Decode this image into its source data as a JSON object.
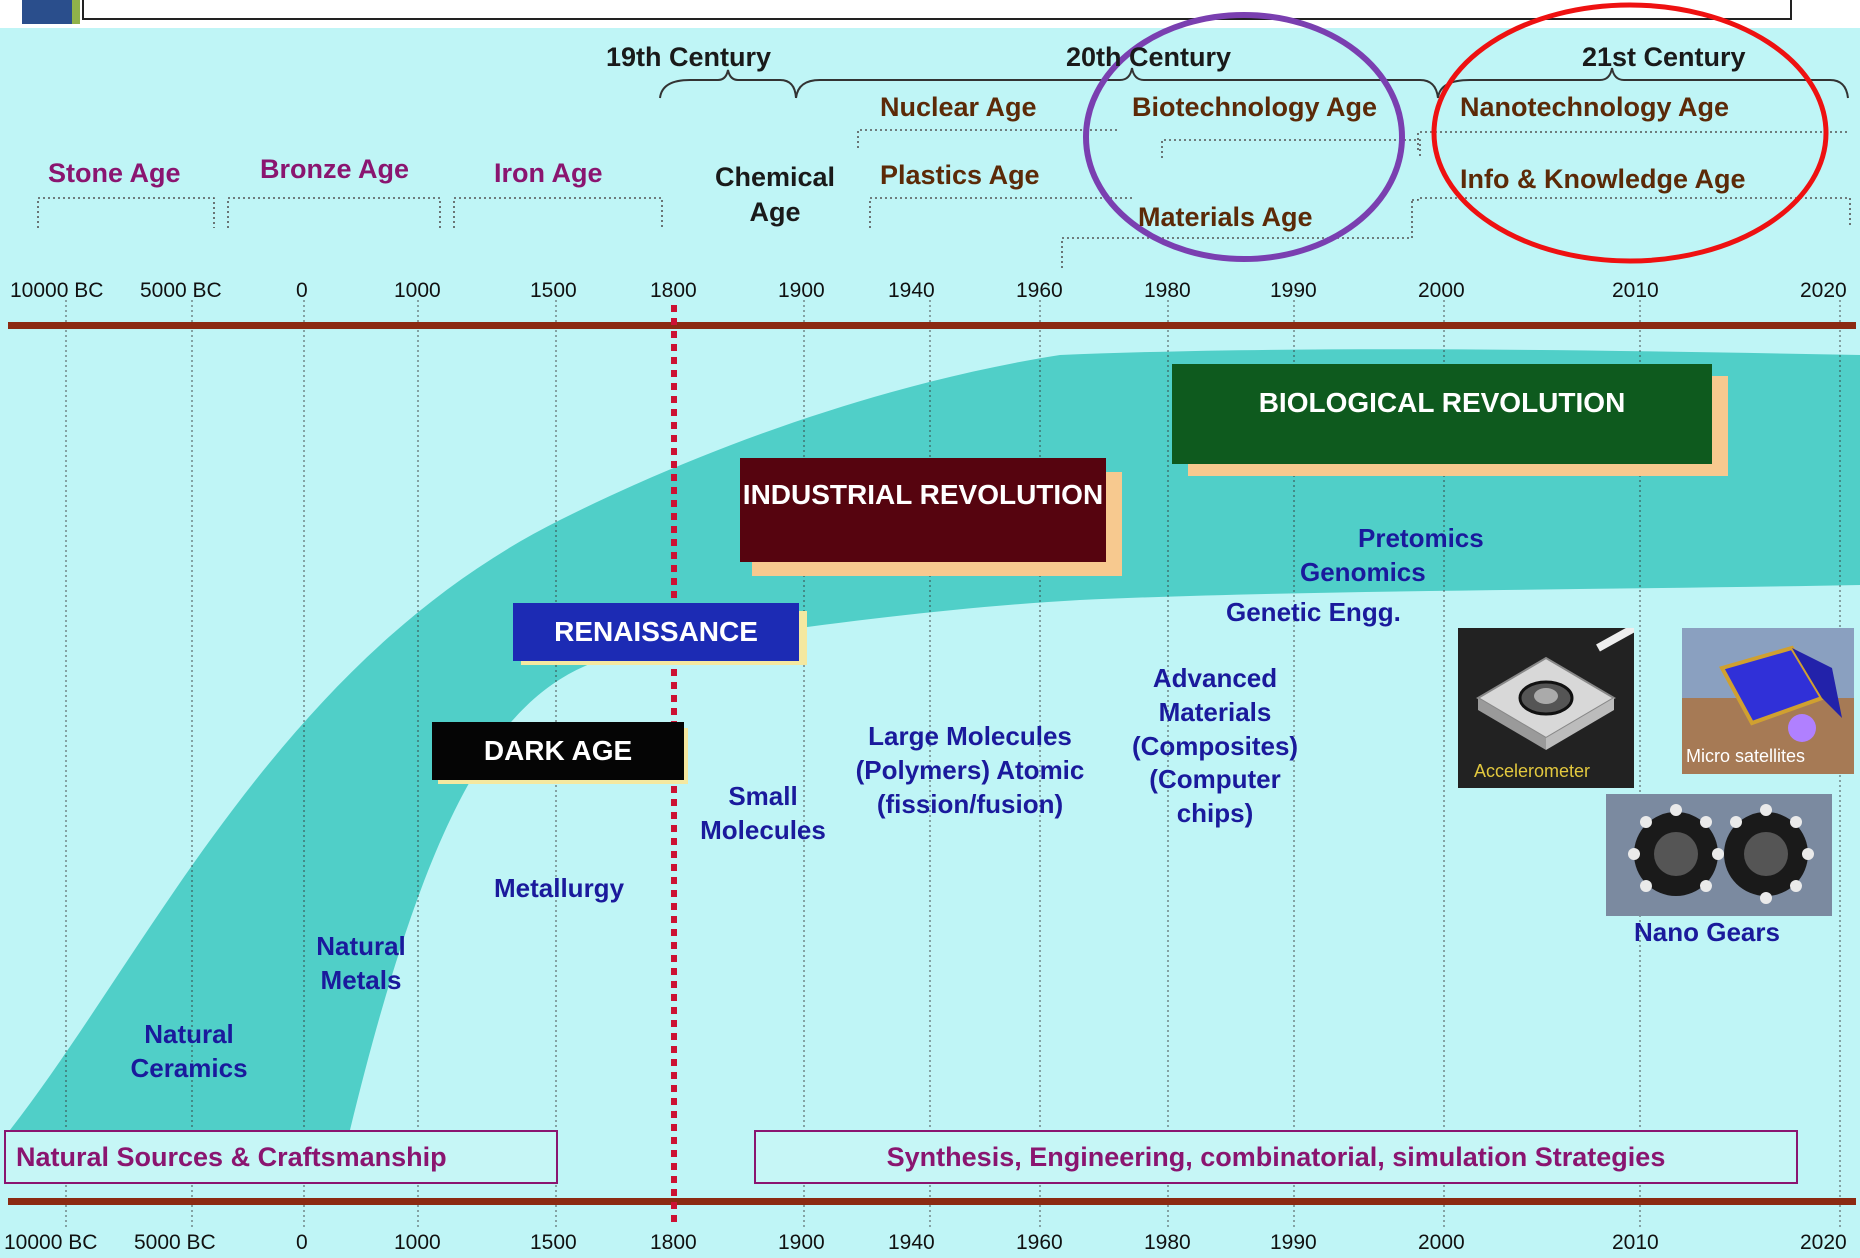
{
  "centuries": {
    "c19": "19th Century",
    "c20": "20th Century",
    "c21": "21st Century"
  },
  "ages": {
    "stone": "Stone Age",
    "bronze": "Bronze Age",
    "iron": "Iron Age",
    "chemical": "Chemical Age",
    "nuclear": "Nuclear Age",
    "plastics": "Plastics Age",
    "biotech": "Biotechnology Age",
    "materials": "Materials Age",
    "nano": "Nanotechnology Age",
    "info": "Info & Knowledge Age"
  },
  "timeline_ticks": [
    "10000 BC",
    "5000 BC",
    "0",
    "1000",
    "1500",
    "1800",
    "1900",
    "1940",
    "1960",
    "1980",
    "1990",
    "2000",
    "2010",
    "2020"
  ],
  "eras": {
    "biological": "BIOLOGICAL REVOLUTION",
    "industrial": "INDUSTRIAL REVOLUTION",
    "renaissance": "RENAISSANCE",
    "dark": "DARK AGE"
  },
  "topics": {
    "proteomics": "Pretomics",
    "genomics": "Genomics",
    "genetic": "Genetic Engg.",
    "advanced": "Advanced Materials (Composites) (Computer chips)",
    "large": "Large Molecules (Polymers) Atomic (fission/fusion)",
    "small": "Small Molecules",
    "metallurgy": "Metallurgy",
    "natural_metals": "Natural Metals",
    "natural_ceramics": "Natural Ceramics"
  },
  "images": {
    "accelerometer": "Accelerometer",
    "micro_satellites": "Micro satellites",
    "nano_gears": "Nano Gears"
  },
  "strategies": {
    "natural": "Natural Sources & Craftsmanship",
    "synthesis": "Synthesis, Engineering, combinatorial, simulation Strategies"
  },
  "colors": {
    "background": "#bff5f6",
    "band": "#3cc8c0",
    "rule": "#8b2a12",
    "age_text": "#8a1570",
    "topic_text": "#1a1a9c",
    "highlight_purple": "#7a3fb0",
    "highlight_red": "#ee1111"
  }
}
